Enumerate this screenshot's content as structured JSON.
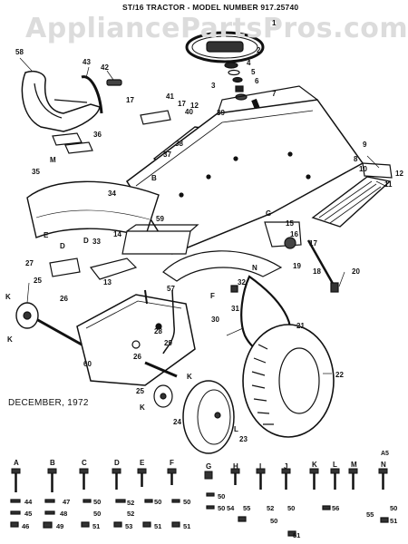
{
  "title": "ST/16 TRACTOR - MODEL NUMBER 917.25740",
  "watermark": "AppliancePartsPros.com",
  "date": "DECEMBER, 1972",
  "callouts": [
    {
      "id": "c58",
      "text": "58"
    },
    {
      "id": "c43",
      "text": "43"
    },
    {
      "id": "c42",
      "text": "42"
    },
    {
      "id": "c1",
      "text": "1"
    },
    {
      "id": "c2",
      "text": "2"
    },
    {
      "id": "c4",
      "text": "4"
    },
    {
      "id": "c5",
      "text": "5"
    },
    {
      "id": "c6",
      "text": "6"
    },
    {
      "id": "c3",
      "text": "3"
    },
    {
      "id": "c7",
      "text": "7"
    },
    {
      "id": "c17a",
      "text": "17"
    },
    {
      "id": "c41",
      "text": "41"
    },
    {
      "id": "c17b",
      "text": "17"
    },
    {
      "id": "c40",
      "text": "40"
    },
    {
      "id": "c12a",
      "text": "12"
    },
    {
      "id": "c39",
      "text": "39"
    },
    {
      "id": "c36",
      "text": "36"
    },
    {
      "id": "cM",
      "text": "M"
    },
    {
      "id": "c37",
      "text": "37"
    },
    {
      "id": "c38",
      "text": "38"
    },
    {
      "id": "c9",
      "text": "9"
    },
    {
      "id": "c8",
      "text": "8"
    },
    {
      "id": "c10",
      "text": "10"
    },
    {
      "id": "c11",
      "text": "11"
    },
    {
      "id": "c12b",
      "text": "12"
    },
    {
      "id": "c35",
      "text": "35"
    },
    {
      "id": "c34",
      "text": "34"
    },
    {
      "id": "c59",
      "text": "59"
    },
    {
      "id": "c15",
      "text": "15"
    },
    {
      "id": "c16",
      "text": "16"
    },
    {
      "id": "c33",
      "text": "33"
    },
    {
      "id": "c14",
      "text": "14"
    },
    {
      "id": "c17c",
      "text": "17"
    },
    {
      "id": "c27",
      "text": "27"
    },
    {
      "id": "c19",
      "text": "19"
    },
    {
      "id": "c18",
      "text": "18"
    },
    {
      "id": "c20",
      "text": "20"
    },
    {
      "id": "c25a",
      "text": "25"
    },
    {
      "id": "c13",
      "text": "13"
    },
    {
      "id": "c57",
      "text": "57"
    },
    {
      "id": "c32",
      "text": "32"
    },
    {
      "id": "c26a",
      "text": "26"
    },
    {
      "id": "c31",
      "text": "31"
    },
    {
      "id": "c30",
      "text": "30"
    },
    {
      "id": "c21",
      "text": "21"
    },
    {
      "id": "c28",
      "text": "28"
    },
    {
      "id": "c29",
      "text": "29"
    },
    {
      "id": "c26b",
      "text": "26"
    },
    {
      "id": "c60",
      "text": "60"
    },
    {
      "id": "c22",
      "text": "22"
    },
    {
      "id": "c25b",
      "text": "25"
    },
    {
      "id": "c24",
      "text": "24"
    },
    {
      "id": "c23",
      "text": "23"
    },
    {
      "id": "cK1",
      "text": "K"
    },
    {
      "id": "cK2",
      "text": "K"
    },
    {
      "id": "cK3",
      "text": "K"
    },
    {
      "id": "cK4",
      "text": "K"
    },
    {
      "id": "cL",
      "text": "L"
    },
    {
      "id": "cN",
      "text": "N"
    },
    {
      "id": "cD1",
      "text": "D"
    },
    {
      "id": "cD2",
      "text": "D"
    },
    {
      "id": "cE",
      "text": "E"
    },
    {
      "id": "cF",
      "text": "F"
    },
    {
      "id": "cG",
      "text": "G"
    },
    {
      "id": "cB",
      "text": "B"
    }
  ],
  "hardware": {
    "letters": [
      "A",
      "B",
      "C",
      "D",
      "E",
      "F",
      "G",
      "H",
      "I",
      "J",
      "K",
      "L",
      "M",
      "N"
    ],
    "top_extra": "A5",
    "row1": [
      "44",
      "47",
      "50",
      "52",
      "50",
      "50",
      "50",
      "52",
      "50",
      "56",
      "50"
    ],
    "row2": [
      "45",
      "48",
      "50",
      "52",
      "54",
      "55",
      "50",
      "50",
      "55"
    ],
    "row3": [
      "46",
      "49",
      "51",
      "53",
      "51",
      "51",
      "51",
      "51"
    ]
  }
}
